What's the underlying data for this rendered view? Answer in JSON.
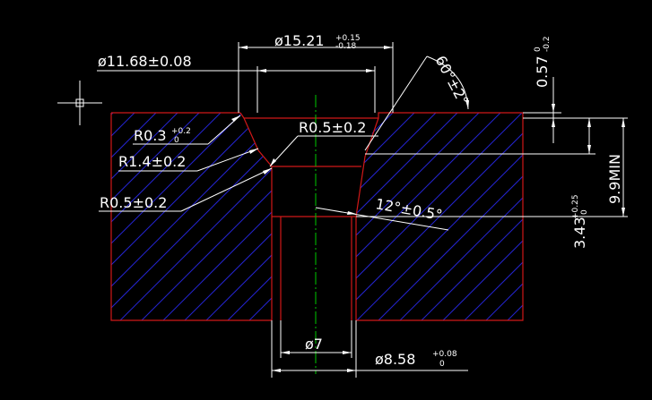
{
  "colors": {
    "background": "#000000",
    "outline": "#d01818",
    "hatch": "#2424d0",
    "dimension": "#ffffff",
    "centerline": "#00c800"
  },
  "dimensions": {
    "bore_top": {
      "symbol": "ø",
      "value": "15.21",
      "tol_upper": "+0.15",
      "tol_lower": "-0.18"
    },
    "top_flat": {
      "text": "ø11.68±0.08"
    },
    "chamfer_angle": {
      "text": "60°±2°"
    },
    "step_depth": {
      "value": "0.57",
      "tol_upper": "0",
      "tol_lower": "-0.2"
    },
    "radius_top": {
      "value": "R0.3",
      "tol_upper": "+0.2",
      "tol_lower": "0"
    },
    "radius_upper_mid": {
      "text": "R0.5±0.2"
    },
    "radius_mid": {
      "text": "R1.4±0.2"
    },
    "radius_lower": {
      "text": "R0.5±0.2"
    },
    "taper_angle": {
      "text": "12°±0.5°"
    },
    "cone_depth": {
      "value": "3.43",
      "tol_upper": "+0.25",
      "tol_lower": "0"
    },
    "total_depth": {
      "text": "9.9MIN"
    },
    "bore_inner": {
      "text": "ø7"
    },
    "bore_outer": {
      "value": "ø8.58",
      "tol_upper": "+0.08",
      "tol_lower": "0"
    }
  }
}
